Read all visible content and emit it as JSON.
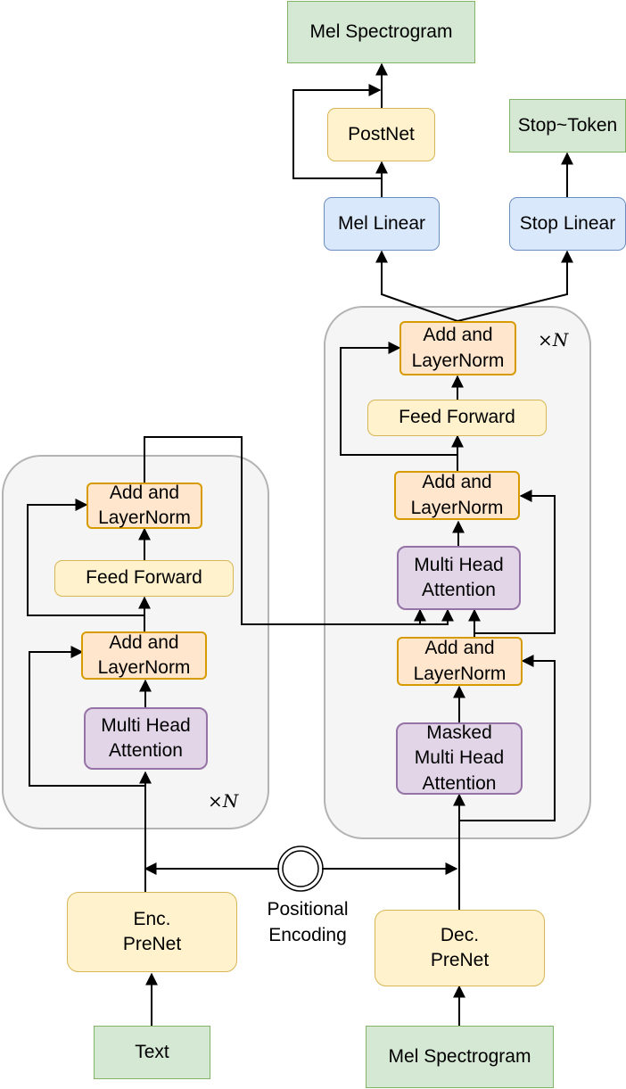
{
  "encoder": {
    "repeat": "N",
    "add_norm_top": "Add and\nLayerNorm",
    "feed_forward": "Feed Forward",
    "add_norm_bottom": "Add and\nLayerNorm",
    "attention": "Multi Head\nAttention",
    "prenet": "Enc.\nPreNet",
    "input": "Text"
  },
  "decoder": {
    "repeat": "N",
    "add_norm_top": "Add and\nLayerNorm",
    "feed_forward": "Feed Forward",
    "add_norm_mid": "Add and\nLayerNorm",
    "attention": "Multi Head\nAttention",
    "add_norm_bottom": "Add and\nLayerNorm",
    "masked_attention": "Masked\nMulti Head\nAttention",
    "prenet": "Dec.\nPreNet",
    "input": "Mel Spectrogram"
  },
  "positional_encoding": "Positional\nEncoding",
  "outputs": {
    "mel_linear": "Mel Linear",
    "postnet": "PostNet",
    "mel_spectrogram": "Mel Spectrogram",
    "stop_linear": "Stop Linear",
    "stop_token": "Stop~Token"
  },
  "colors": {
    "io_fill": "#d5e8d4",
    "linear_fill": "#dae8fc",
    "prenet_fill": "#fff2cc",
    "add_norm_fill": "#ffe6cc",
    "attention_fill": "#e1d5e7",
    "group_fill": "#f5f5f5"
  }
}
